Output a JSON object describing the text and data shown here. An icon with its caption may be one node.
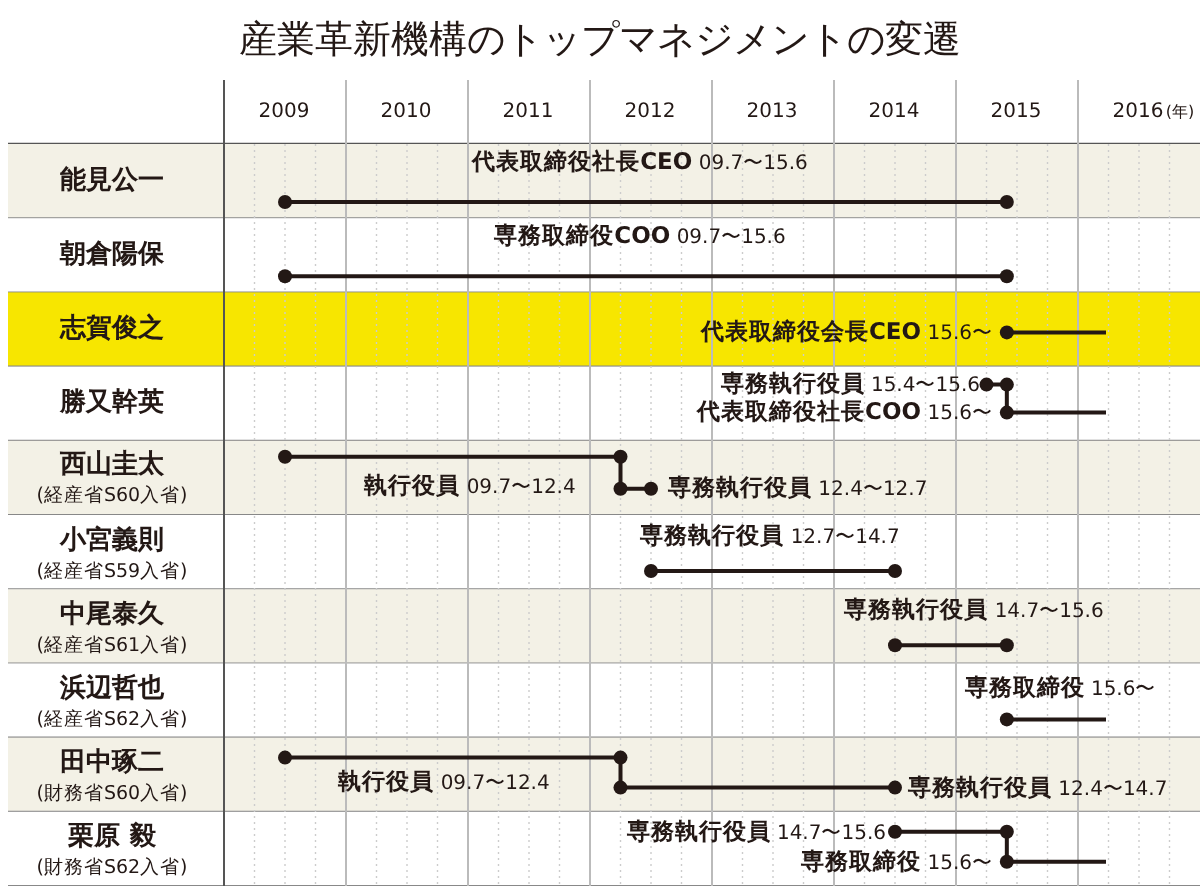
{
  "diagram": {
    "title": "産業革新機構のトップマネジメントの変遷",
    "labels": [
      "2009",
      "2010",
      "2011",
      "2012",
      "2013",
      "2014",
      "2015",
      "2016",
      "(年)",
      "能見公一",
      "**代表取締役社長CEO** 09.7〜15.6",
      "朝倉陽保",
      "**専務取締役COO** 09.7〜15.6",
      "志賀俊之",
      "**代表取締役会長CEO** 15.6〜",
      "勝又幹英",
      "**専務執行役員** 15.4〜15.6",
      "**代表取締役社長COO** 15.6〜",
      "西山圭太",
      "(経産省S60入省)",
      "**執行役員** 09.7〜12.4",
      "**専務執行役員** 12.4〜12.7",
      "小宮義則",
      "(経産省S59入省)",
      "**専務執行役員** 12.7〜14.7",
      "中尾泰久",
      "(経産省S61入省)",
      "**専務執行役員** 14.7〜15.6",
      "浜辺哲也",
      "(経産省S62入省)",
      "**専務取締役** 15.6〜",
      "田中琢二",
      "(財務省S60入省)",
      "**執行役員** 09.7〜12.4",
      "**専務執行役員** 12.4〜14.7",
      "栗原 毅",
      "(財務省S62入省)",
      "**専務執行役員** 14.7〜15.6",
      "**専務取締役** 15.6〜"
    ]
  }
}
